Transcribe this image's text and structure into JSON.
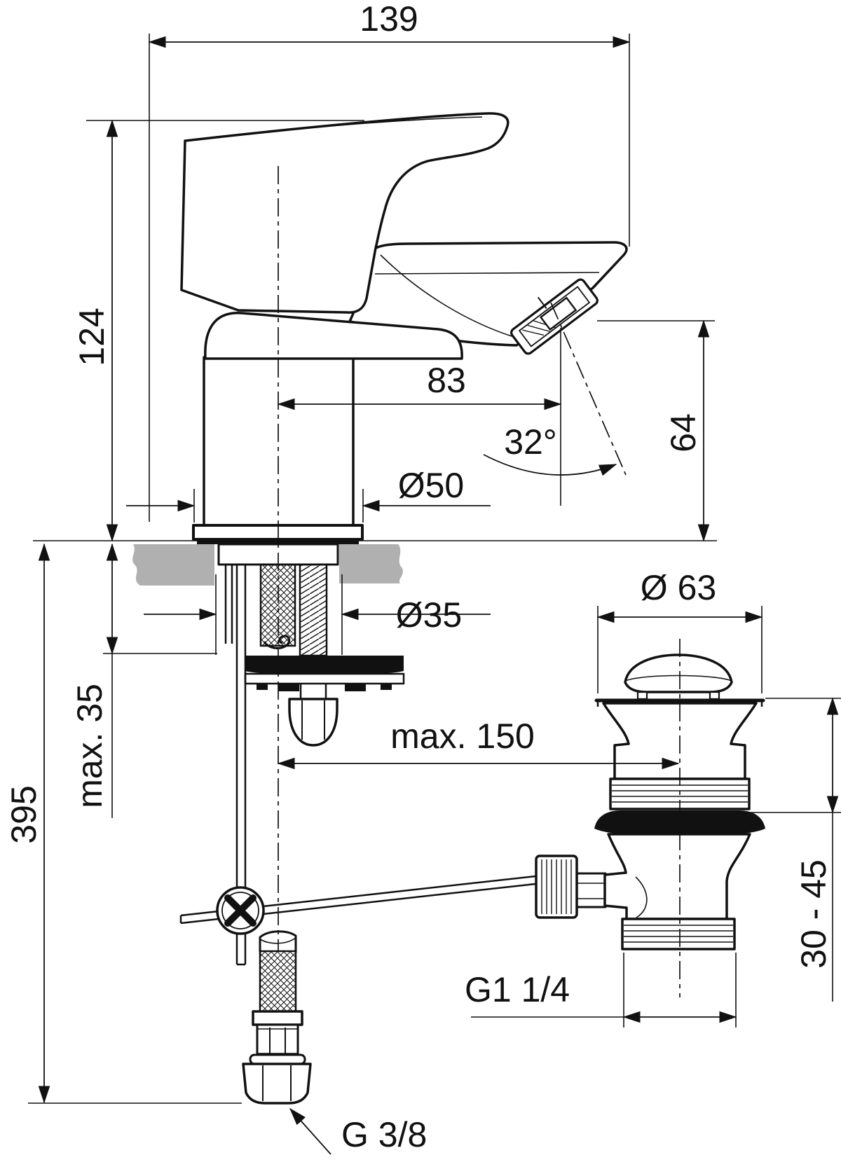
{
  "drawing": {
    "type": "technical-installation-drawing",
    "subject": "single-lever basin mixer tap with pop-up waste, side view with mounting section and drain detail",
    "colors": {
      "line": "#111111",
      "countertop_section": "#b0b0b0",
      "background": "#ffffff"
    },
    "dimensions": {
      "overall_depth": {
        "label": "139",
        "orientation": "horizontal"
      },
      "body_height": {
        "label": "124",
        "orientation": "vertical"
      },
      "spout_reach": {
        "label": "83",
        "orientation": "horizontal"
      },
      "spray_angle": {
        "label": "32°",
        "orientation": "angle"
      },
      "outlet_height": {
        "label": "64",
        "orientation": "vertical"
      },
      "base_diameter": {
        "label": "Ø50",
        "orientation": "horizontal"
      },
      "tap_hole_diameter": {
        "label": "Ø35",
        "orientation": "horizontal"
      },
      "deck_thickness": {
        "label": "max. 35",
        "orientation": "vertical"
      },
      "total_height": {
        "label": "395",
        "orientation": "vertical"
      },
      "drain_centre_distance": {
        "label": "max. 150",
        "orientation": "horizontal"
      },
      "waste_cap_diameter": {
        "label": "Ø 63",
        "orientation": "horizontal"
      },
      "waste_clamp_range": {
        "label": "30 - 45",
        "orientation": "vertical"
      },
      "waste_thread": {
        "label": "G1 1/4",
        "orientation": "callout"
      },
      "supply_thread": {
        "label": "G 3/8",
        "orientation": "callout"
      }
    }
  }
}
